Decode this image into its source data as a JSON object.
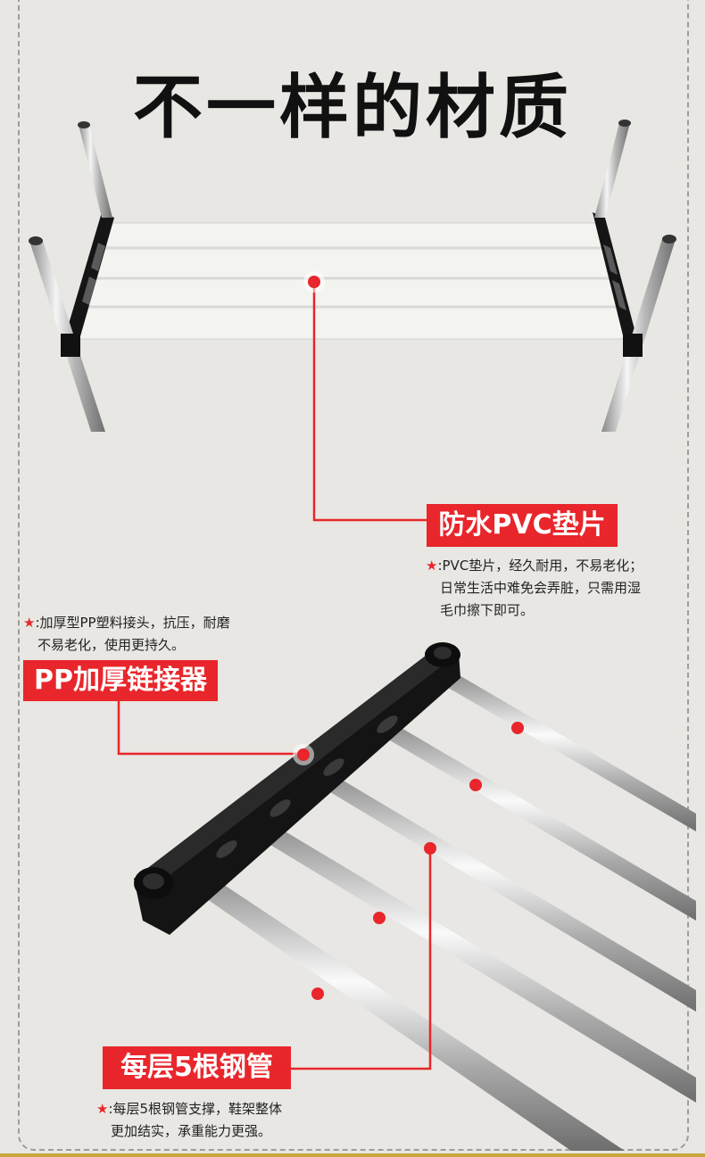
{
  "title": "不一样的材质",
  "features": {
    "pvc": {
      "label": "防水PVC垫片",
      "star": "★",
      "desc_line1": ":PVC垫片，经久耐用，不易老化；",
      "desc_line2": "日常生活中难免会弄脏，只需用湿",
      "desc_line3": "毛巾擦下即可。"
    },
    "pp": {
      "label": "PP加厚链接器",
      "star": "★",
      "desc_line1": ":加厚型PP塑料接头，抗压，耐磨",
      "desc_line2": "不易老化，使用更持久。"
    },
    "tubes": {
      "label": "每层5根钢管",
      "star": "★",
      "desc_line1": ":每层5根钢管支撑，鞋架整体",
      "desc_line2": "更加结实，承重能力更强。"
    }
  },
  "colors": {
    "accent": "#e8262b",
    "background": "#e8e7e3",
    "text": "#222222",
    "frame": "#151515"
  }
}
